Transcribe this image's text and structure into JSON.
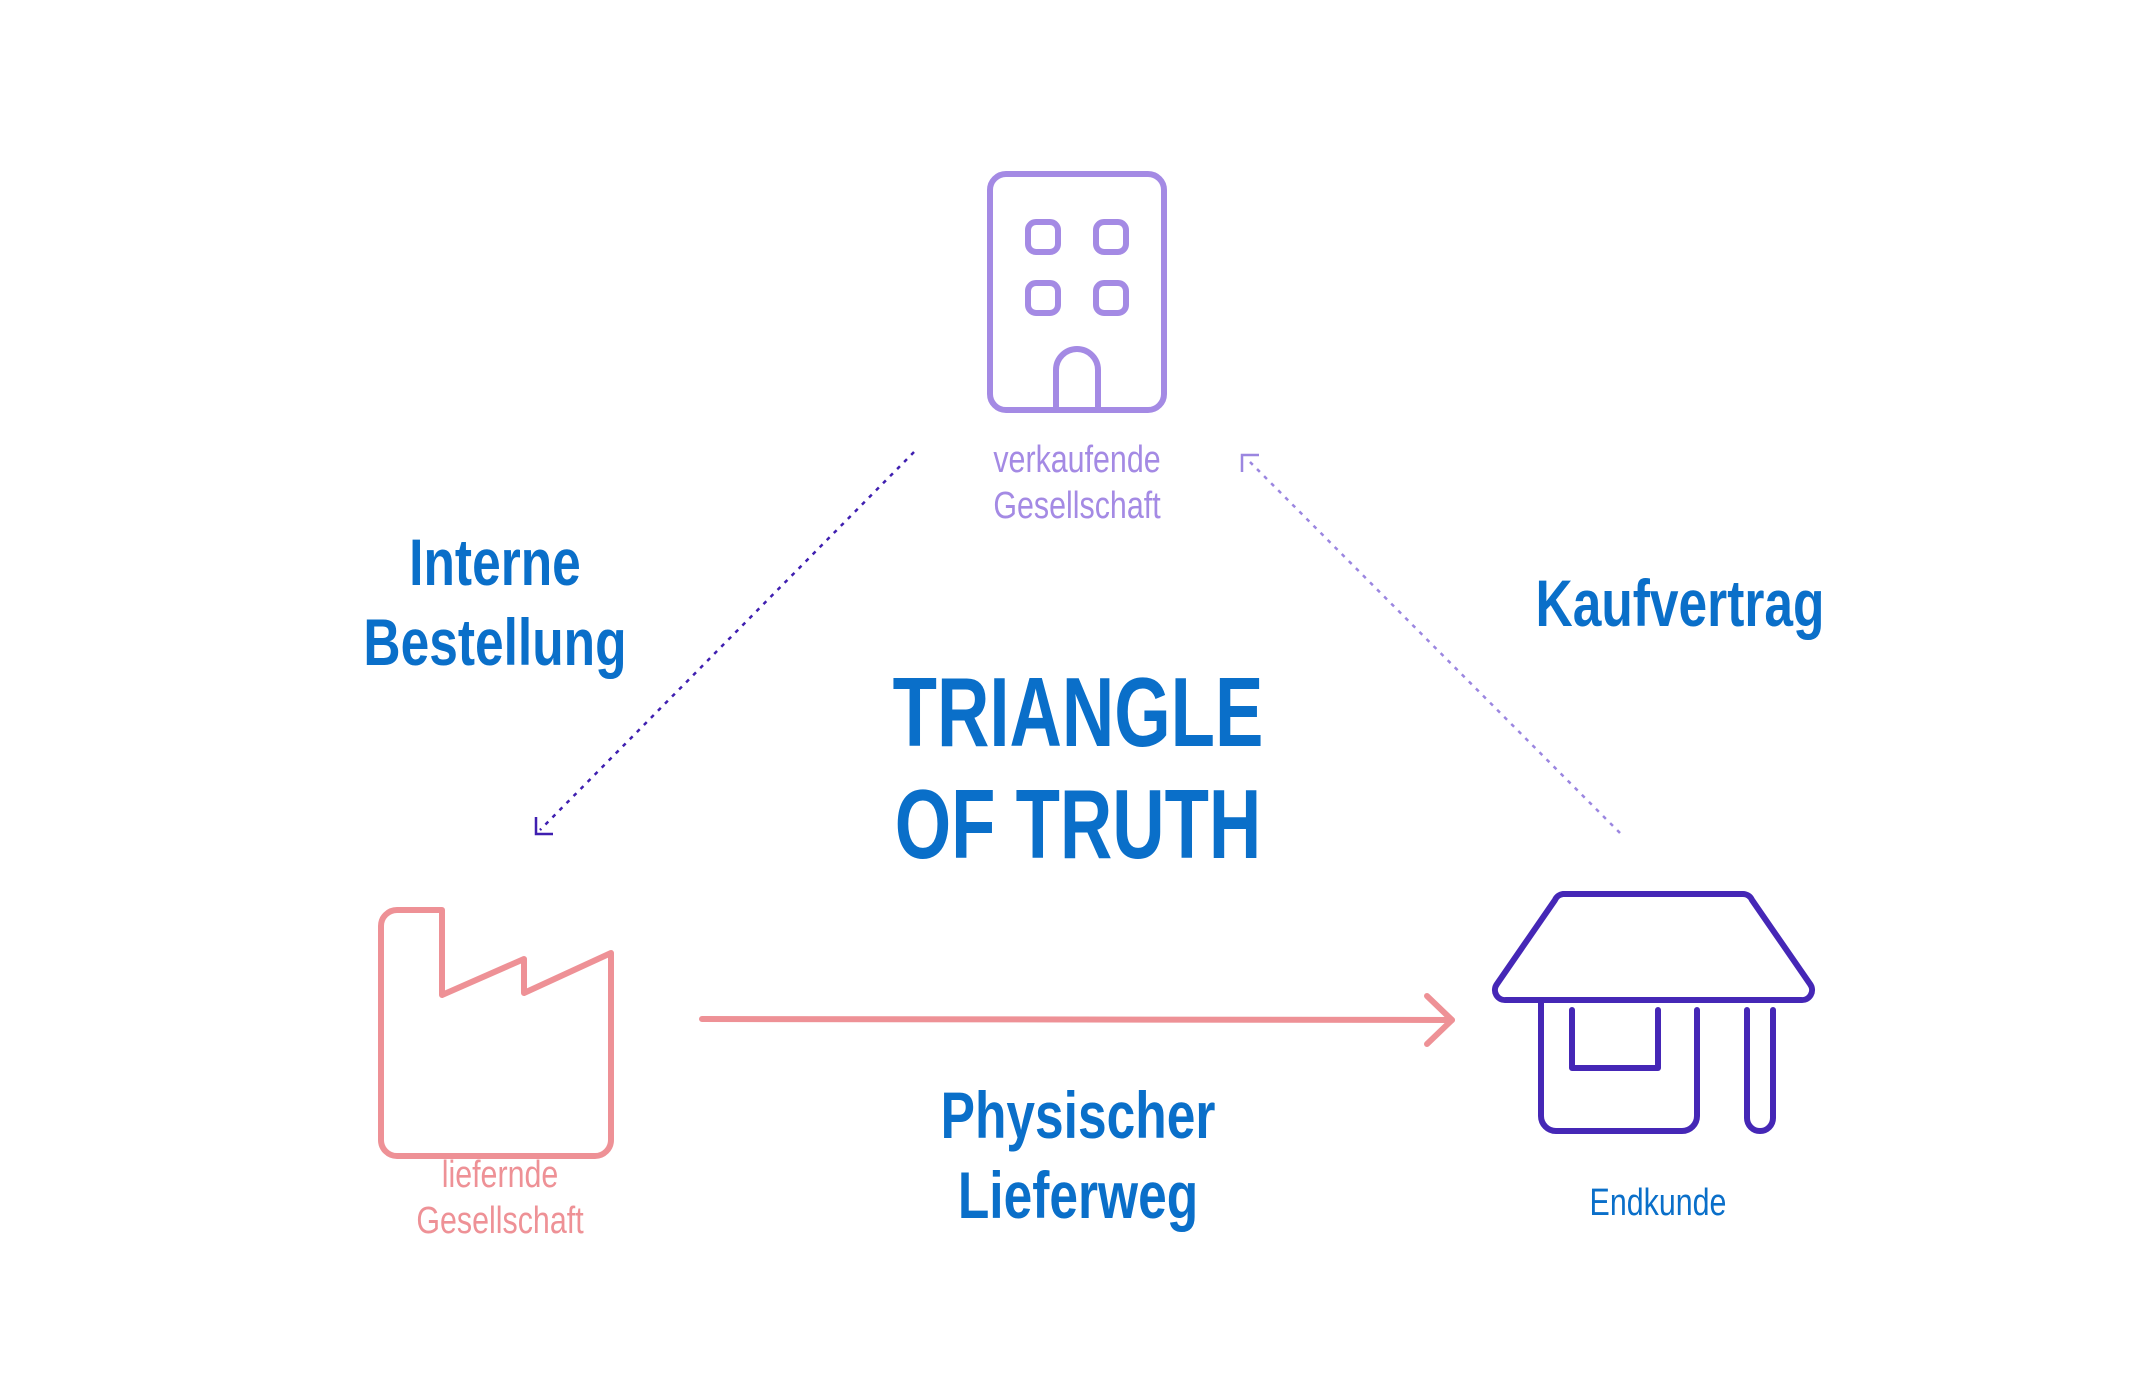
{
  "colors": {
    "title_blue": "#0a6fc9",
    "node_purple": "#a48ae4",
    "node_pink": "#ee9196",
    "node_indigo": "#4527b6",
    "arrow_indigo": "#3f1fb0",
    "arrow_lavender": "#9b86e0"
  },
  "icons": {
    "top": "office-building-icon",
    "left": "factory-icon",
    "right": "shop-icon"
  },
  "title": {
    "line1": "TRIANGLE",
    "line2": "OF TRUTH"
  },
  "nodes": {
    "top": {
      "line1": "verkaufende",
      "line2": "Gesellschaft"
    },
    "left": {
      "line1": "liefernde",
      "line2": "Gesellschaft"
    },
    "right": {
      "line1": "Endkunde"
    }
  },
  "edges": {
    "left": {
      "line1": "Interne",
      "line2": "Bestellung"
    },
    "right": {
      "line1": "Kaufvertrag"
    },
    "bottom": {
      "line1": "Physischer",
      "line2": "Lieferweg"
    }
  }
}
